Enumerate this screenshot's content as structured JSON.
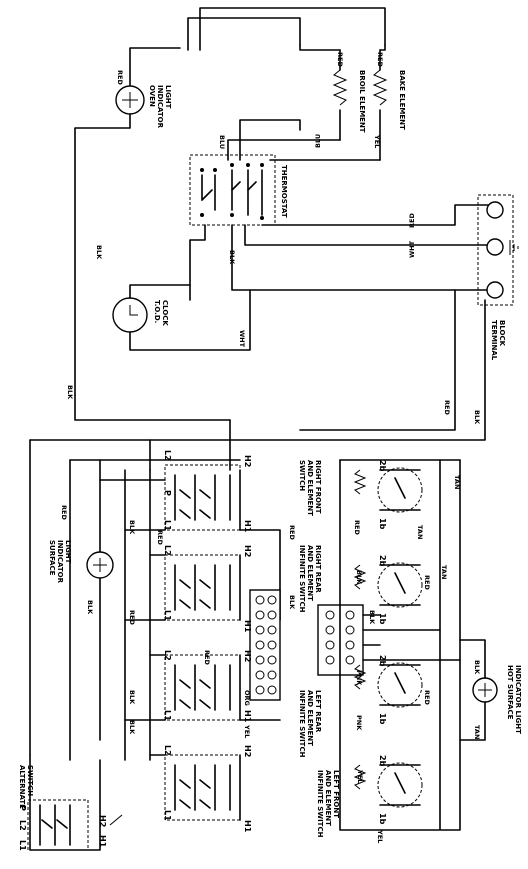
{
  "oven_indicator_light": [
    "OVEN",
    "INDICATOR",
    "LIGHT"
  ],
  "broil_element": "BROIL ELEMENT",
  "bake_element": "BAKE ELEMENT",
  "thermostat": "THERMOSTAT",
  "tod_clock": [
    "T.O.D.",
    "CLOCK"
  ],
  "terminal_block": [
    "TERMINAL",
    "BLOCK"
  ],
  "surface_indicator_light": [
    "SURFACE",
    "INDICATOR",
    "LIGHT"
  ],
  "alternate_switch": [
    "ALTERNATE",
    "SWITCH"
  ],
  "hot_surface_indicator_light": [
    "HOT SURFACE",
    "INDICATOR LIGHT"
  ],
  "switch_right_front": [
    "SWITCH",
    "AND ELEMENT",
    "RIGHT FRONT"
  ],
  "switch_right_rear": [
    "INFINITE SWITCH",
    "AND ELEMENT",
    "RIGHT REAR"
  ],
  "switch_left_rear": [
    "INFINITE SWITCH",
    "AND ELEMENT",
    "LEFT REAR"
  ],
  "switch_left_front": [
    "INFINITE SWITCH",
    "AND ELEMENT",
    "LEFT FRONT"
  ],
  "wire_colors": {
    "red": "RED",
    "blk": "BLK",
    "wht": "WHT",
    "blu": "BLU",
    "yel": "YEL",
    "tan": "TAN",
    "pnk": "PNK",
    "org": "ORG"
  },
  "terminals": {
    "l1": "L1",
    "l2": "L2",
    "h1": "H1",
    "h2": "H2",
    "p": "P",
    "t1": "1b",
    "t2": "2b"
  }
}
